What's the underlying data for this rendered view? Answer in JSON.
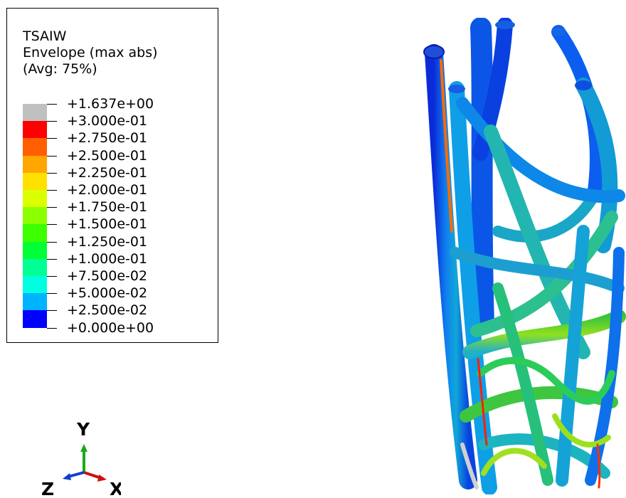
{
  "legend": {
    "variable": "TSAIW",
    "envelope": "Envelope (max abs)",
    "averaging": "(Avg: 75%)",
    "levels": [
      {
        "label": "+1.637e+00",
        "color": "#c0c0c0"
      },
      {
        "label": "+3.000e-01",
        "color": "#ff0000"
      },
      {
        "label": "+2.750e-01",
        "color": "#ff5f00"
      },
      {
        "label": "+2.500e-01",
        "color": "#ffa600"
      },
      {
        "label": "+2.250e-01",
        "color": "#ffe000"
      },
      {
        "label": "+2.000e-01",
        "color": "#d9ff00"
      },
      {
        "label": "+1.750e-01",
        "color": "#8cff00"
      },
      {
        "label": "+1.500e-01",
        "color": "#3cff00"
      },
      {
        "label": "+1.250e-01",
        "color": "#00ff36"
      },
      {
        "label": "+1.000e-01",
        "color": "#00ff94"
      },
      {
        "label": "+7.500e-02",
        "color": "#00ffe0"
      },
      {
        "label": "+5.000e-02",
        "color": "#00b3ff"
      },
      {
        "label": "+2.500e-02",
        "color": "#0061ff"
      },
      {
        "label": "+0.000e+00",
        "color": "#0000ff"
      }
    ]
  },
  "triad": {
    "y_label": "Y",
    "x_label": "X",
    "z_label": "Z",
    "y_color": "#1aaa1a",
    "x_color": "#cc1111",
    "z_color": "#1140cc"
  }
}
